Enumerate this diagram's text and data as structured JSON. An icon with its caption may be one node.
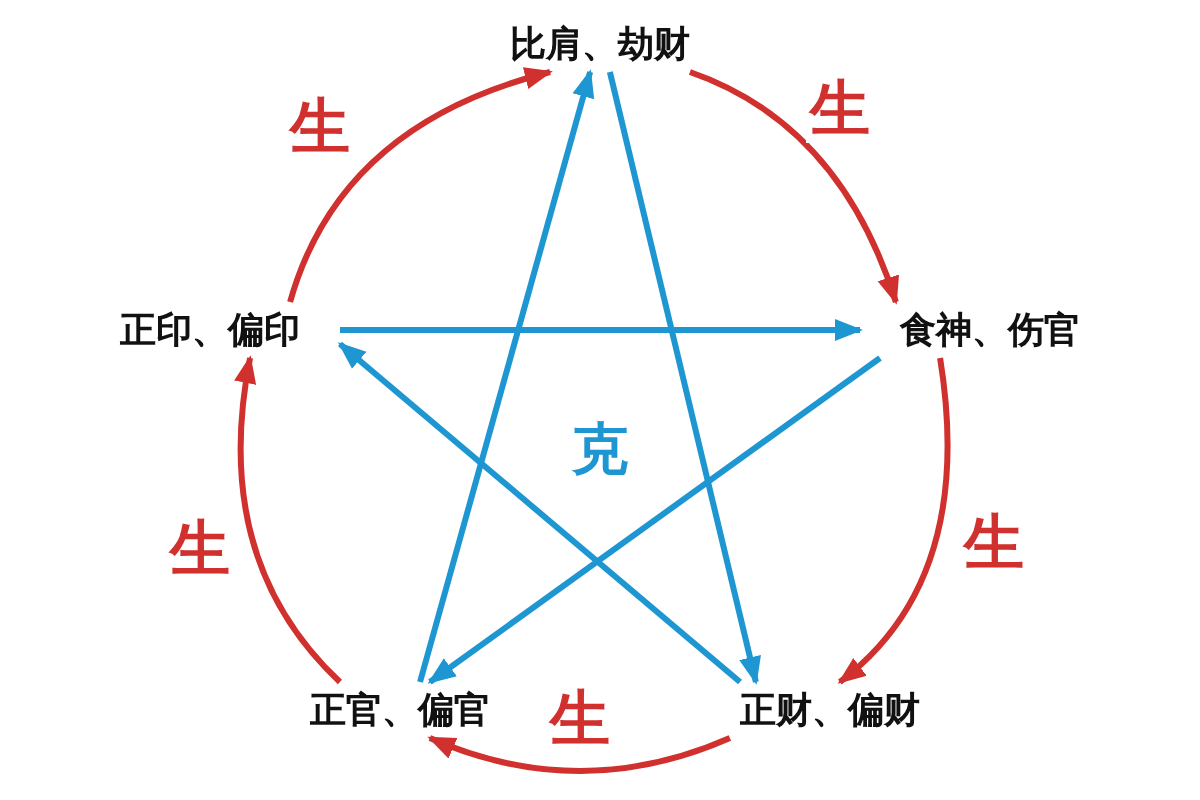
{
  "diagram": {
    "nodes": [
      {
        "text": [
          "比肩、劫财"
        ]
      },
      {
        "text": [
          "食神、伤官"
        ]
      },
      {
        "text": [
          "正财、偏财"
        ]
      },
      {
        "text": [
          "正官、偏官"
        ]
      },
      {
        "text": [
          "正印、偏印"
        ]
      }
    ],
    "edges": [
      {
        "from": 0,
        "to": 1,
        "arrow": "to",
        "label": "生"
      },
      {
        "from": 1,
        "to": 2,
        "arrow": "to",
        "label": "生"
      },
      {
        "from": 2,
        "to": 3,
        "arrow": "to",
        "label": "生"
      },
      {
        "from": 3,
        "to": 4,
        "arrow": "to",
        "label": "生"
      },
      {
        "from": 4,
        "to": 0,
        "arrow": "to",
        "label": "生"
      },
      {
        "from": 0,
        "to": 2,
        "arrow": "to",
        "color": "#1e96d2"
      },
      {
        "from": 2,
        "to": 4,
        "arrow": "to",
        "color": "#1e96d2"
      },
      {
        "from": 4,
        "to": 1,
        "arrow": "to",
        "color": "#1e96d2"
      },
      {
        "from": 1,
        "to": 3,
        "arrow": "to",
        "color": "#1e96d2"
      },
      {
        "from": 3,
        "to": 0,
        "arrow": "to",
        "color": "#1e96d2"
      }
    ],
    "labels": [
      "克"
    ]
  }
}
